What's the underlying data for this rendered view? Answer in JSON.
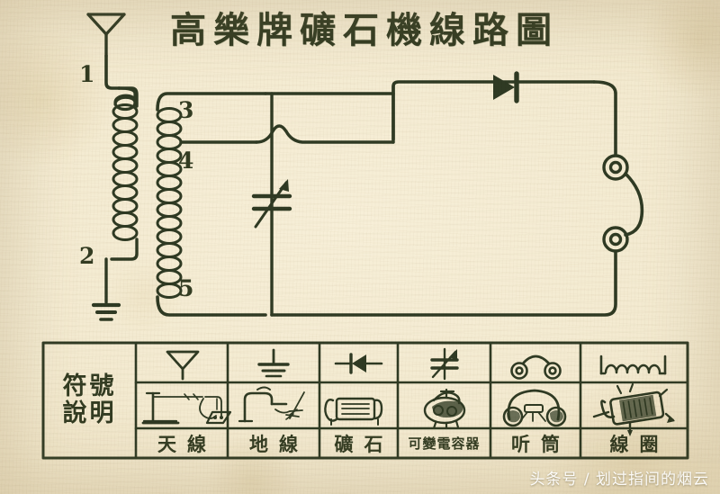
{
  "title": "高樂牌礦石機線路圖",
  "circuit": {
    "terminal_labels": [
      "1",
      "2",
      "3",
      "4",
      "5"
    ],
    "components": {
      "antenna": "antenna-symbol",
      "ground": "ground-symbol",
      "primary_coil": "coil-primary",
      "secondary_coil": "coil-secondary",
      "variable_capacitor": "variable-capacitor-symbol",
      "crystal_detector": "diode-symbol",
      "earphone_jacks": "earphone-symbol"
    }
  },
  "legend": {
    "header": "符號說明",
    "header_chars": [
      "符",
      "號",
      "說",
      "明"
    ],
    "columns": [
      {
        "label": "天線",
        "symbol": "antenna-symbol",
        "picture": "antenna-mast-picture"
      },
      {
        "label": "地線",
        "symbol": "ground-symbol",
        "picture": "water-pipe-ground-picture"
      },
      {
        "label": "礦石",
        "symbol": "diode-symbol",
        "picture": "crystal-detector-picture"
      },
      {
        "label": "可變電容器",
        "symbol": "variable-capacitor-symbol",
        "picture": "variable-capacitor-picture"
      },
      {
        "label": "听筒",
        "symbol": "earphone-symbol",
        "picture": "headphones-picture"
      },
      {
        "label": "線圈",
        "symbol": "coil-symbol",
        "picture": "coil-picture"
      }
    ]
  },
  "watermark": "头条号 / 划过指间的烟云",
  "colors": {
    "ink": "#2f3a23",
    "paper": "#f3ead0",
    "watermark": "#ffffff"
  }
}
